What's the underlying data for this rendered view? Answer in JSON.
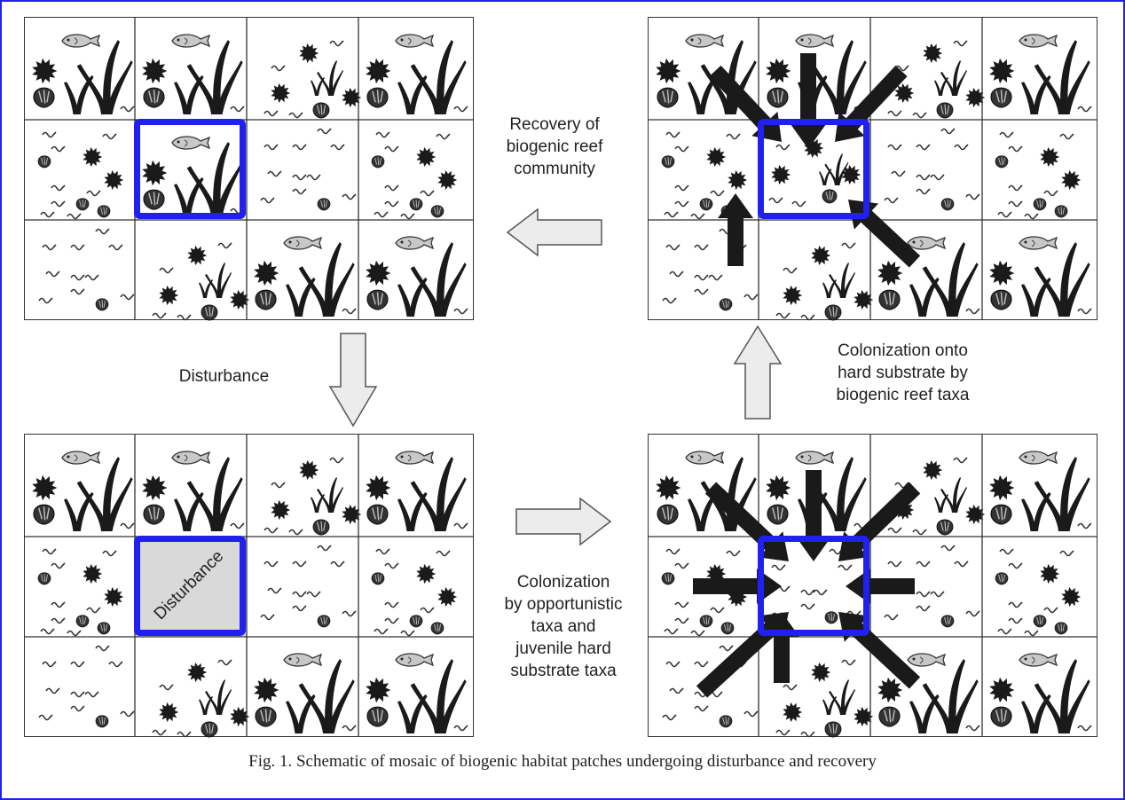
{
  "figure": {
    "caption": "Fig. 1. Schematic of mosaic of biogenic habitat patches undergoing disturbance and recovery",
    "highlight_color": "#2020f0",
    "disturbed_fill": "#d9d9d9",
    "arrow_fill": "#ececec",
    "colonization_arrow_fill": "#1a1a1a",
    "grid": {
      "rows": 3,
      "cols": 4
    },
    "legend_icons": [
      "fish-icon",
      "sea-urchin-icon",
      "shell-icon",
      "seaweed-icon",
      "worm-icon"
    ]
  },
  "panels": [
    {
      "id": "top-left",
      "state": "Intact biogenic reef mosaic",
      "cells": [
        [
          "full",
          "full",
          "sparse-urchins",
          "full"
        ],
        [
          "opportunistic-mixed",
          "full",
          "worms",
          "opportunistic-mixed"
        ],
        [
          "worms",
          "sparse-urchins",
          "full",
          "full"
        ]
      ],
      "highlighted_cell": [
        1,
        1
      ]
    },
    {
      "id": "bottom-left",
      "state": "Disturbed patch",
      "disturbance_label": "Disturbance",
      "cells": [
        [
          "full",
          "full",
          "sparse-urchins",
          "full"
        ],
        [
          "opportunistic-mixed",
          "disturbed",
          "worms",
          "opportunistic-mixed"
        ],
        [
          "worms",
          "sparse-urchins",
          "full",
          "full"
        ]
      ],
      "highlighted_cell": [
        1,
        1
      ]
    },
    {
      "id": "bottom-right",
      "state": "Colonization by opportunistic taxa",
      "cells": [
        [
          "full",
          "full",
          "sparse-urchins",
          "full"
        ],
        [
          "opportunistic-mixed",
          "opportunistic",
          "worms",
          "opportunistic-mixed"
        ],
        [
          "worms",
          "sparse-urchins",
          "full",
          "full"
        ]
      ],
      "highlighted_cell": [
        1,
        1
      ],
      "inflow_arrows": 8
    },
    {
      "id": "top-right",
      "state": "Colonization by biogenic reef taxa",
      "cells": [
        [
          "full",
          "full",
          "sparse-urchins",
          "full"
        ],
        [
          "opportunistic-mixed",
          "recovering",
          "worms",
          "opportunistic-mixed"
        ],
        [
          "worms",
          "sparse-urchins",
          "full",
          "full"
        ]
      ],
      "highlighted_cell": [
        1,
        1
      ],
      "inflow_arrows": 5
    }
  ],
  "transitions": [
    {
      "id": "disturbance",
      "label": "Disturbance",
      "direction": "down"
    },
    {
      "id": "colonization-opportunistic",
      "label_lines": [
        "Colonization",
        "by opportunistic",
        "taxa and",
        "juvenile hard",
        "substrate taxa"
      ],
      "direction": "right"
    },
    {
      "id": "colonization-biogenic",
      "label_lines": [
        "Colonization onto",
        "hard substrate by",
        "biogenic reef taxa"
      ],
      "direction": "up"
    },
    {
      "id": "recovery",
      "label_lines": [
        "Recovery of",
        "biogenic reef",
        "community"
      ],
      "direction": "left"
    }
  ]
}
